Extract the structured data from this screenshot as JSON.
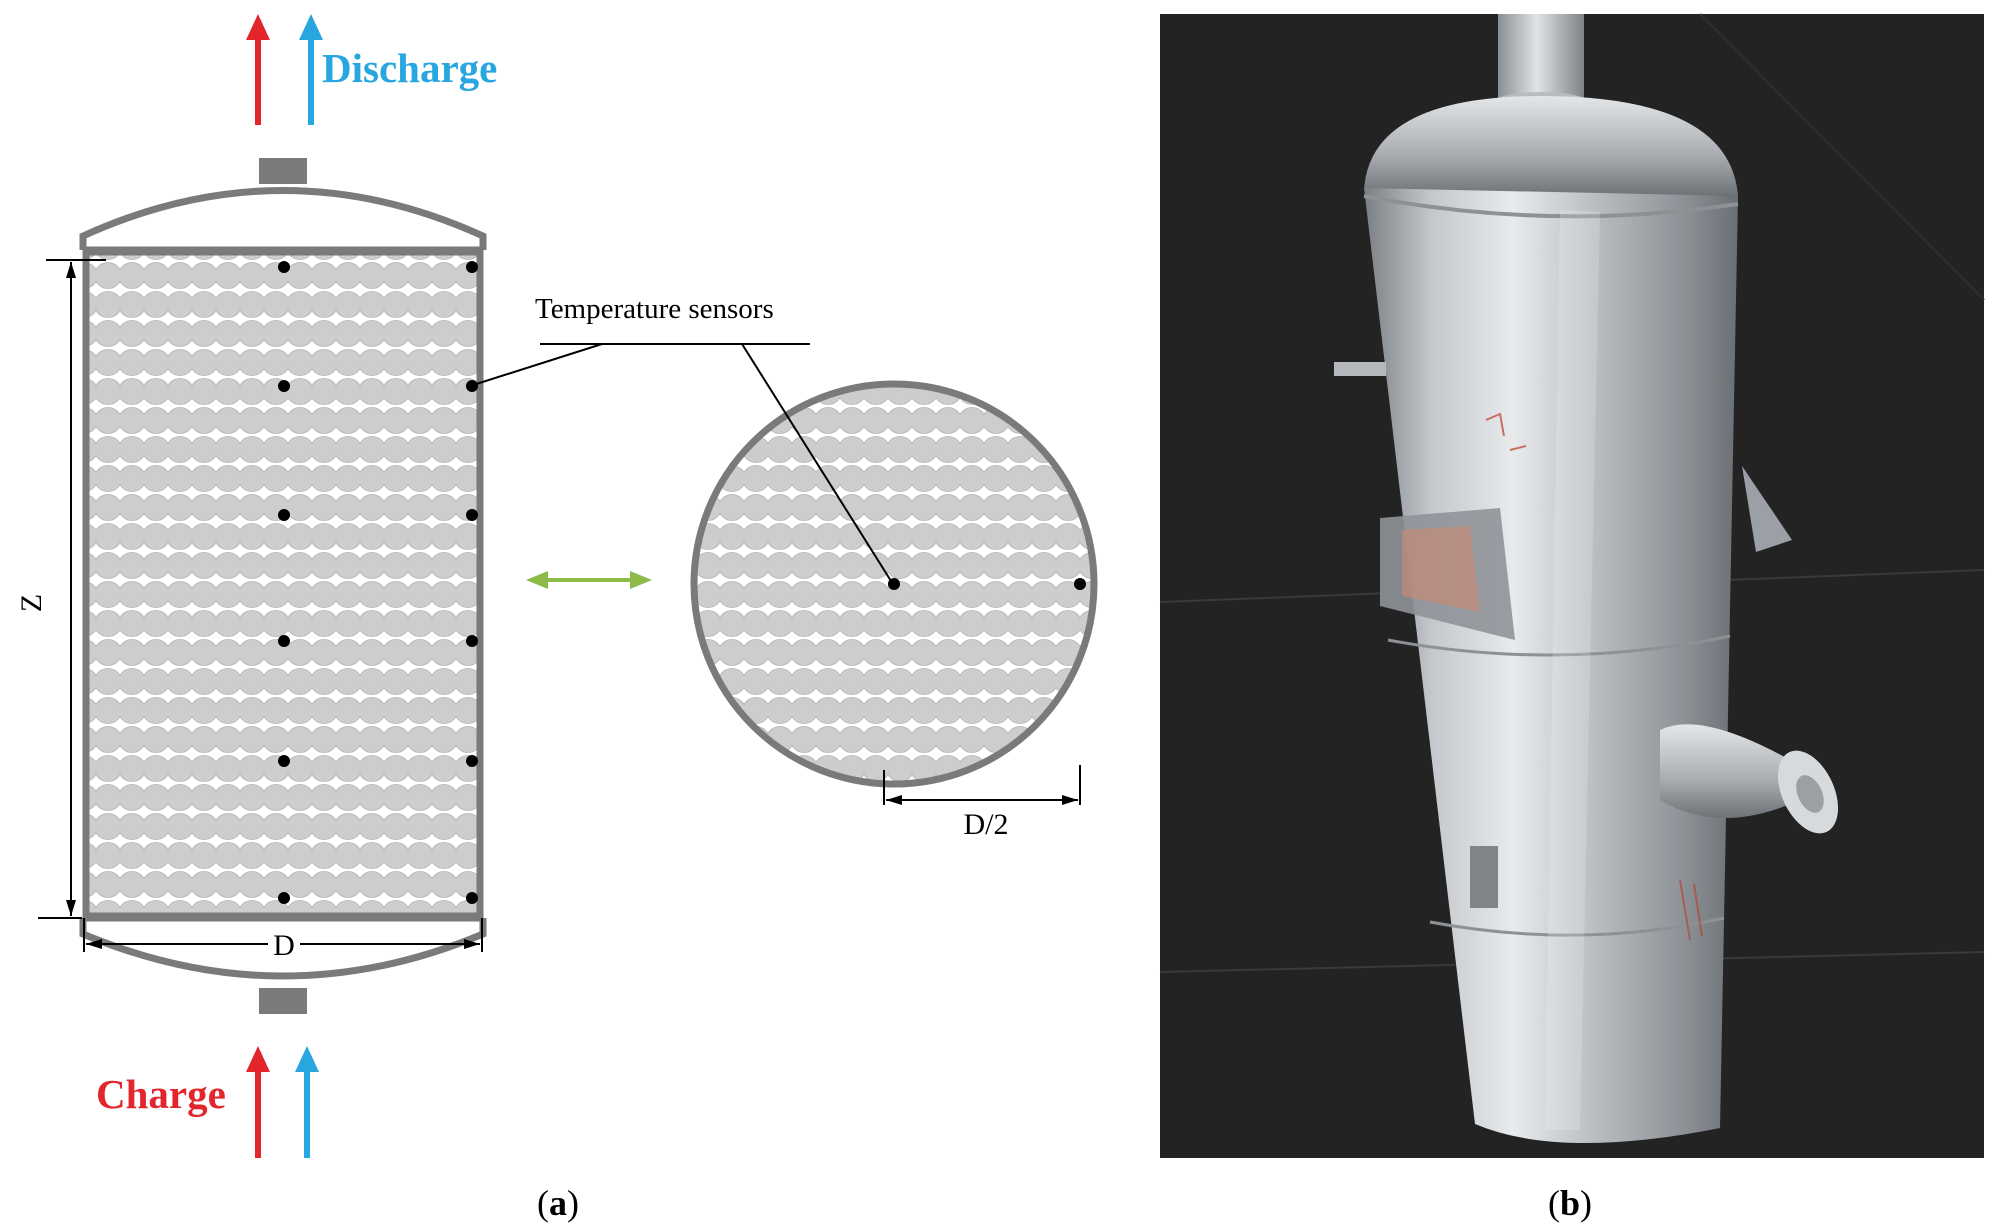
{
  "diagram": {
    "flows": {
      "discharge_label": "Discharge",
      "charge_label": "Charge"
    },
    "dimensions": {
      "height_label": "Z",
      "diameter_label": "D",
      "radius_label": "D/2"
    },
    "annotation": {
      "sensors_label": "Temperature sensors"
    },
    "colors": {
      "charge": "#e3262b",
      "discharge": "#27a6df",
      "vessel_wall": "#7a7a7a",
      "packed_bed": "#cdcdcd",
      "link_arrow": "#8cbb4a"
    }
  },
  "captions": {
    "a": {
      "open": "(",
      "letter": "a",
      "close": ")"
    },
    "b": {
      "open": "(",
      "letter": "b",
      "close": ")"
    }
  }
}
